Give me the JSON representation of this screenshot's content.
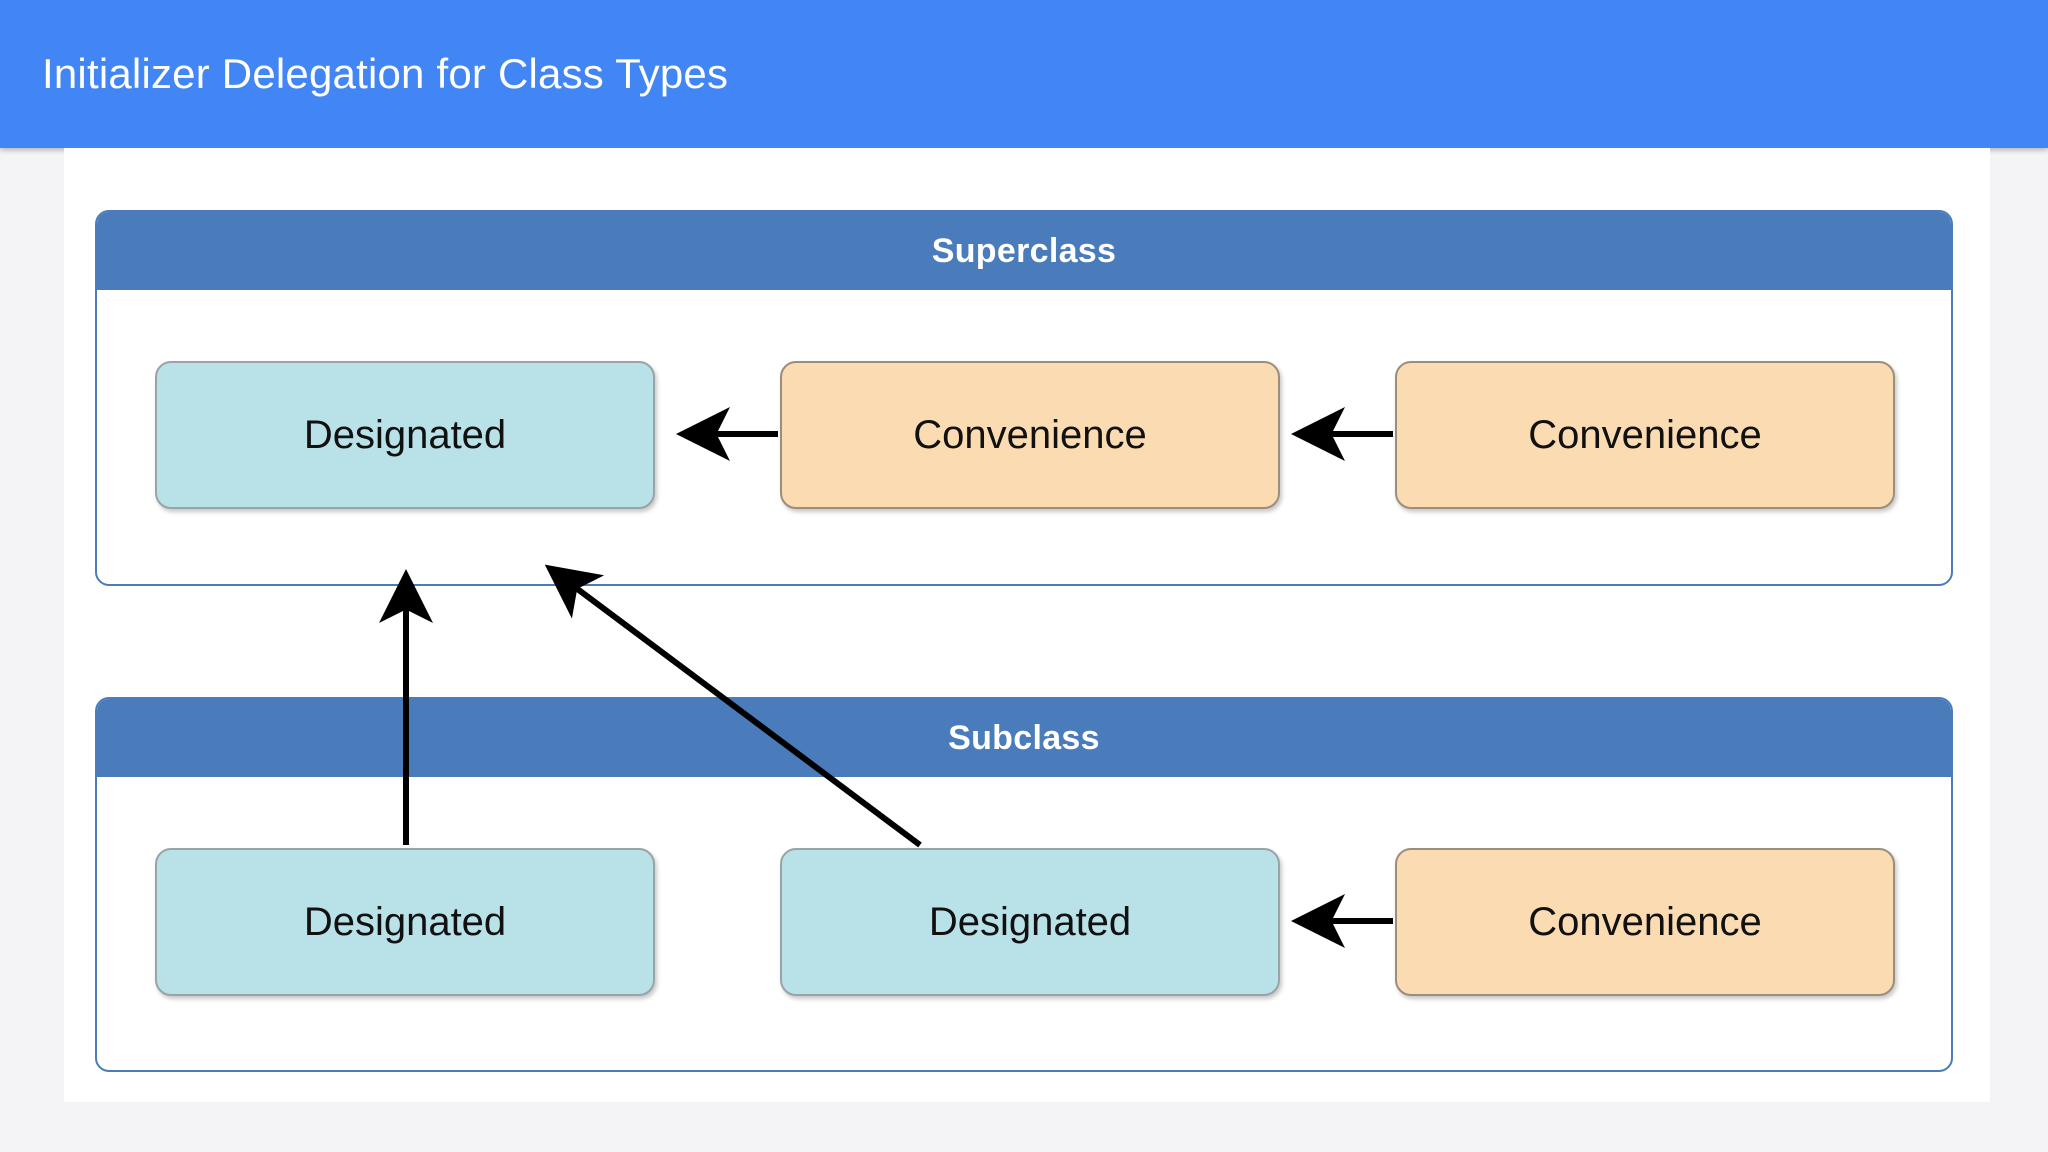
{
  "appbar": {
    "title": "Initializer Delegation for Class Types",
    "background_color": "#4285f4",
    "text_color": "#ffffff"
  },
  "diagram": {
    "colors": {
      "section_header": "#4a7cbc",
      "section_border": "#4a7cbc",
      "designated_fill": "#b9e1e8",
      "designated_border": "#9aa3a6",
      "convenience_fill": "#fbdcb2",
      "convenience_border": "#9c8e7c",
      "arrow": "#000000",
      "sheet": "#ffffff",
      "page": "#f4f4f6"
    },
    "sections": [
      {
        "id": "superclass",
        "title": "Superclass",
        "boxes": [
          {
            "label": "Designated",
            "kind": "designated"
          },
          {
            "label": "Convenience",
            "kind": "convenience"
          },
          {
            "label": "Convenience",
            "kind": "convenience"
          }
        ]
      },
      {
        "id": "subclass",
        "title": "Subclass",
        "boxes": [
          {
            "label": "Designated",
            "kind": "designated"
          },
          {
            "label": "Designated",
            "kind": "designated"
          },
          {
            "label": "Convenience",
            "kind": "convenience"
          }
        ]
      }
    ],
    "arrows": [
      {
        "name": "superclass-convenience2-to-convenience1",
        "from": "superclass.box3",
        "to": "superclass.box2",
        "direction": "left"
      },
      {
        "name": "superclass-convenience1-to-designated",
        "from": "superclass.box2",
        "to": "superclass.box1",
        "direction": "left"
      },
      {
        "name": "subclass-convenience-to-designated2",
        "from": "subclass.box3",
        "to": "subclass.box2",
        "direction": "left"
      },
      {
        "name": "subclass-designated1-to-superclass-designated",
        "from": "subclass.box1",
        "to": "superclass.box1",
        "direction": "up"
      },
      {
        "name": "subclass-designated2-to-superclass-designated",
        "from": "subclass.box2",
        "to": "superclass.box1",
        "direction": "up-left"
      }
    ]
  }
}
